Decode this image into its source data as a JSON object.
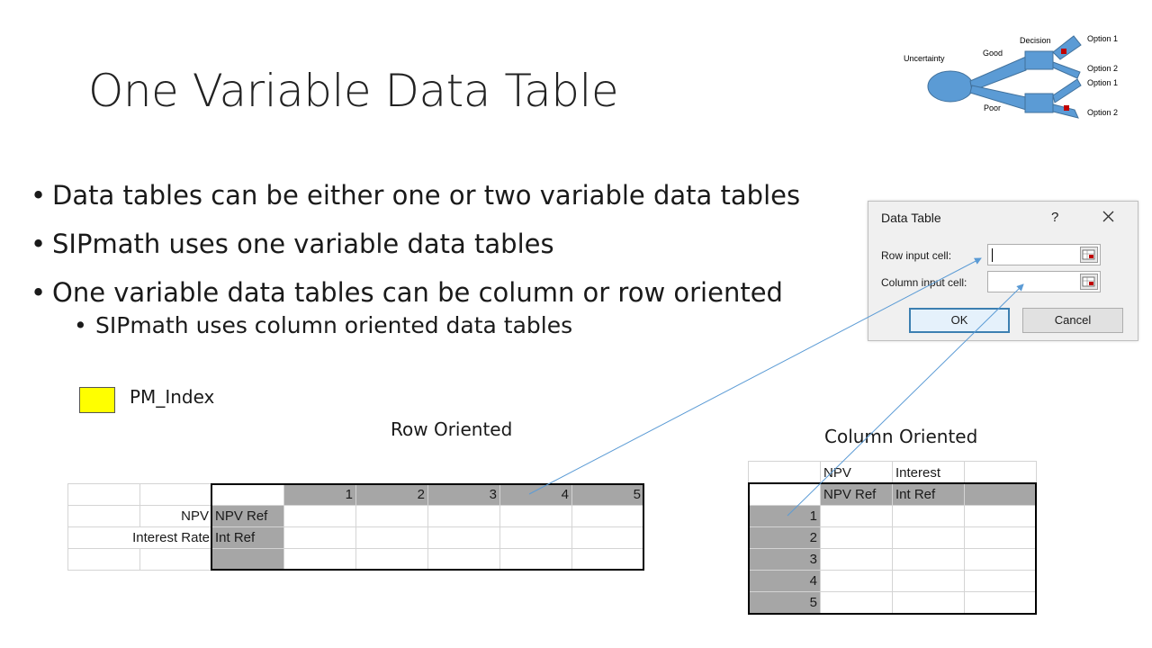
{
  "slide": {
    "title": "One Variable Data Table",
    "bullets": [
      "Data tables can be either one or two variable data tables",
      "SIPmath uses one variable data tables",
      "One variable data tables can be column or row oriented"
    ],
    "sub_bullet": "SIPmath uses column oriented data tables"
  },
  "legend": {
    "label": "PM_Index",
    "color": "#ffff00"
  },
  "decision_tree": {
    "uncertainty": "Uncertainty",
    "decision": "Decision",
    "good": "Good",
    "poor": "Poor",
    "options": [
      "Option 1",
      "Option 2",
      "Option 1",
      "Option 2"
    ]
  },
  "dialog": {
    "title": "Data Table",
    "help": "?",
    "row_label": "Row input cell:",
    "column_label": "Column input cell:",
    "row_value": "",
    "column_value": "",
    "ok": "OK",
    "cancel": "Cancel"
  },
  "row_table": {
    "caption": "Row Oriented",
    "header_values": [
      "1",
      "2",
      "3",
      "4",
      "5"
    ],
    "rows": [
      {
        "label": "NPV",
        "ref": "NPV Ref"
      },
      {
        "label": "Interest Rate",
        "ref": "Int Ref"
      }
    ]
  },
  "column_table": {
    "caption": "Column Oriented",
    "headers": [
      "NPV",
      "Interest"
    ],
    "refs": [
      "NPV Ref",
      "Int Ref"
    ],
    "index_values": [
      "1",
      "2",
      "3",
      "4",
      "5"
    ]
  },
  "colors": {
    "shade": "#a6a6a6",
    "arrow": "#5b9bd5",
    "tree": "#5b9bd5"
  }
}
